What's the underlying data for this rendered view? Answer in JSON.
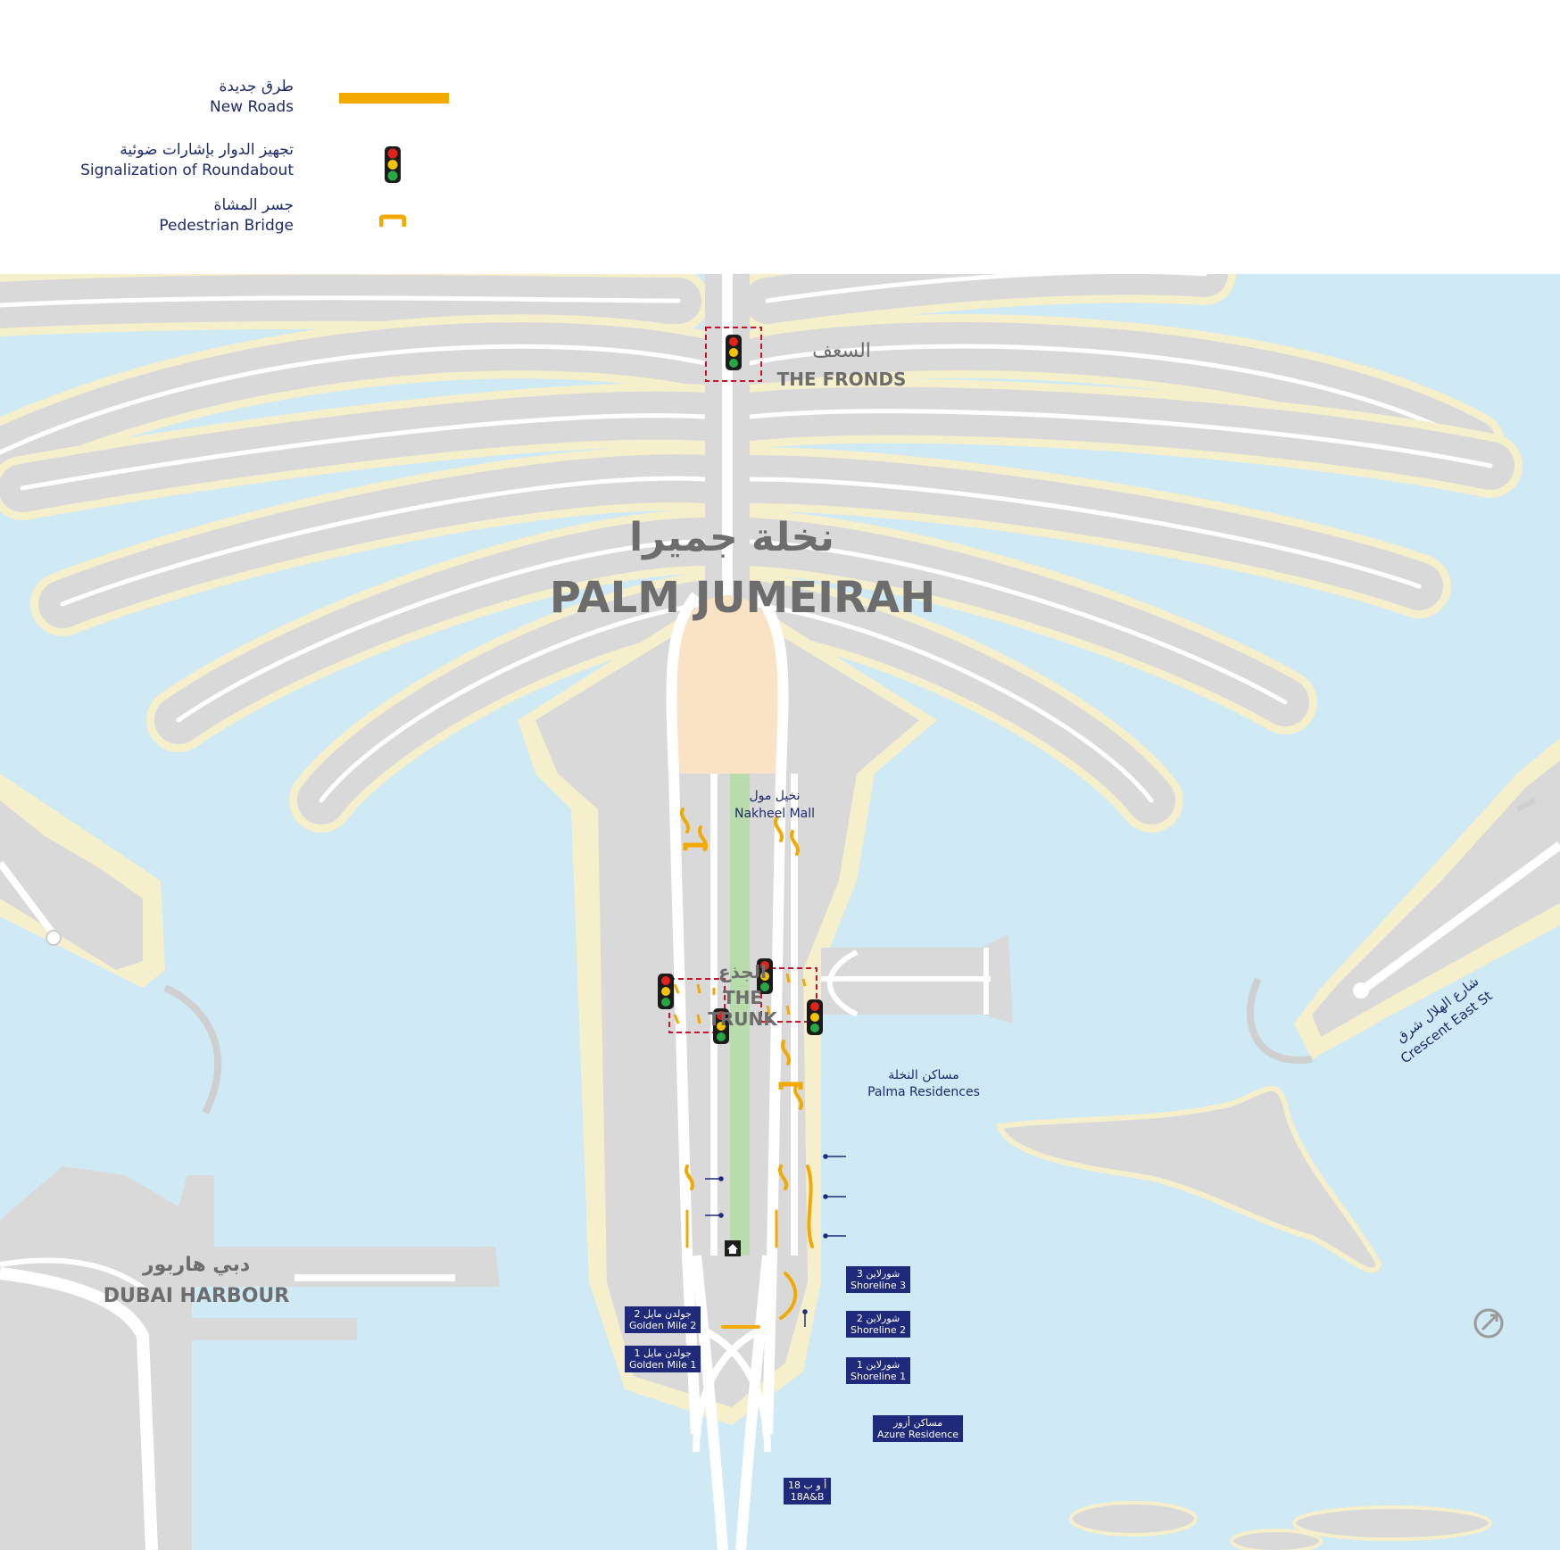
{
  "legend": {
    "new_roads": {
      "ar": "طرق جديدة",
      "en": "New Roads",
      "color": "#f2a900"
    },
    "signalization": {
      "ar": "تجهيز الدوار بإشارات ضوئية",
      "en": "Signalization of Roundabout"
    },
    "ped_bridge": {
      "ar": "جسر المشاة",
      "en": "Pedestrian Bridge"
    }
  },
  "labels": {
    "fronds_ar": "السعف",
    "fronds_en": "THE FRONDS",
    "palm_ar": "نخلة جميرا",
    "palm_en": "PALM JUMEIRAH",
    "mall_ar": "نخيل مول",
    "mall_en": "Nakheel Mall",
    "trunk_ar": "الجذع",
    "trunk_en_1": "THE",
    "trunk_en_2": "TRUNK",
    "palma_ar": "مساكن النخلة",
    "palma_en": "Palma Residences",
    "harbour_ar": "دبي هاربور",
    "harbour_en": "DUBAI HARBOUR",
    "crescent_ar": "شارع الهلال شرق",
    "crescent_en": "Crescent East St"
  },
  "tags": {
    "shoreline3": {
      "ar": "شورلاين 3",
      "en": "Shoreline 3"
    },
    "shoreline2": {
      "ar": "شورلاين 2",
      "en": "Shoreline 2"
    },
    "shoreline1": {
      "ar": "شورلاين 1",
      "en": "Shoreline 1"
    },
    "goldenmile2": {
      "ar": "جولدن مايل 2",
      "en": "Golden Mile 2"
    },
    "goldenmile1": {
      "ar": "جولدن مايل 1",
      "en": "Golden Mile 1"
    },
    "azure": {
      "ar": "مساكن أزور",
      "en": "Azure Residence"
    },
    "b18": {
      "ar": "18 أ و ب",
      "en": "18A&B"
    }
  },
  "colors": {
    "water": "#cfe9f5",
    "land": "#d9d9d9",
    "beach": "#f6efcb",
    "road": "#ffffff",
    "mall": "#f9e3c4",
    "park": "#b9dcac",
    "accent": "#f2a900",
    "signal_box": "#d0102a",
    "tag_bg": "#1f2a7a",
    "text_navy": "#1d2a6b",
    "text_grey": "#6d6d6d"
  },
  "icons": [
    "traffic-light-icon",
    "pedestrian-bridge-icon",
    "home-icon",
    "compass-icon"
  ]
}
